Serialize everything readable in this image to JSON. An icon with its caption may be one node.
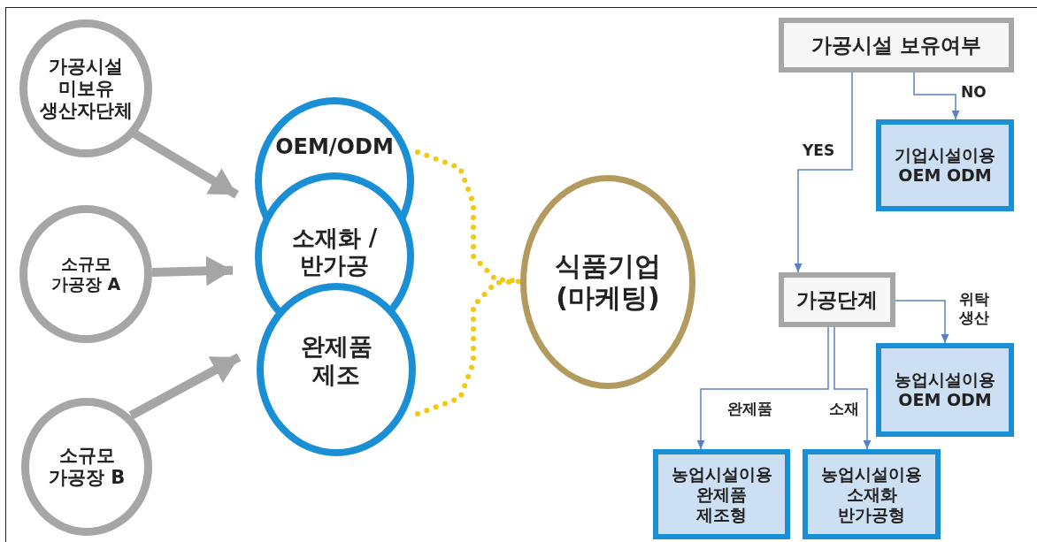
{
  "diagram": {
    "nodes": [
      {
        "text": [
          "가공시설 미보유 생산자단체"
        ]
      },
      {
        "text": [
          "소규모 가공장 A"
        ]
      },
      {
        "text": [
          "소규모 가공장 B"
        ]
      },
      {
        "text": [
          "OEM/ODM"
        ]
      },
      {
        "text": [
          "소재화 / 반가공"
        ]
      },
      {
        "text": [
          "완제품 제조"
        ]
      },
      {
        "text": [
          "식품기업 (마케팅)"
        ]
      },
      {
        "text": [
          "가공시설 보유여부"
        ]
      },
      {
        "text": [
          "기업시설이용 OEM ODM"
        ]
      },
      {
        "text": [
          "가공단계"
        ]
      },
      {
        "text": [
          "농업시설이용 OEM ODM"
        ]
      },
      {
        "text": [
          "농업시설이용 완제품 제조형"
        ]
      },
      {
        "text": [
          "농업시설이용 소재화 반가공형"
        ]
      }
    ],
    "edges": [
      {
        "from": 0,
        "to": 3,
        "arrow": "to",
        "style": "thick",
        "color": "#a6a6a6"
      },
      {
        "from": 1,
        "to": 4,
        "arrow": "to",
        "style": "thick",
        "color": "#a6a6a6"
      },
      {
        "from": 2,
        "to": 5,
        "arrow": "to",
        "style": "thick",
        "color": "#a6a6a6"
      },
      {
        "from": 3,
        "to": 6,
        "arrow": "none",
        "style": "dashed",
        "color": "#f2c811"
      },
      {
        "from": 5,
        "to": 6,
        "arrow": "none",
        "style": "dashed",
        "color": "#f2c811"
      },
      {
        "from": 7,
        "to": 8,
        "arrow": "to",
        "label": "NO"
      },
      {
        "from": 7,
        "to": 9,
        "arrow": "to",
        "label": "YES"
      },
      {
        "from": 9,
        "to": 10,
        "arrow": "to",
        "label": "위탁 생산"
      },
      {
        "from": 9,
        "to": 11,
        "arrow": "to",
        "label": "완제품"
      },
      {
        "from": 9,
        "to": 12,
        "arrow": "to",
        "label": "소재"
      }
    ]
  }
}
